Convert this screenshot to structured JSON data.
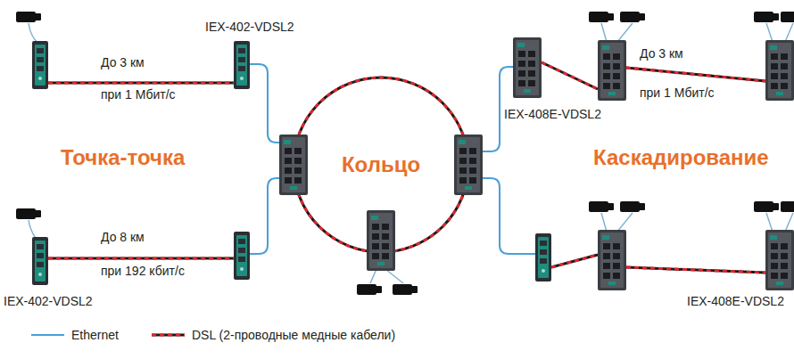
{
  "diagram": {
    "labels": [
      "IEX-402-VDSL2",
      "До 3 км",
      "при 1 Мбит/с",
      "Точка-точка",
      "До 8 км",
      "при 192 кбит/с",
      "IEX-402-VDSL2",
      "Кольцо",
      "IEX-408E-VDSL2",
      "До 3 км",
      "при 1 Мбит/с",
      "Каскадирование",
      "IEX-408E-VDSL2"
    ],
    "legend": [
      {
        "text": "Ethernet"
      },
      {
        "text": "DSL (2-проводные медные кабели)"
      }
    ]
  }
}
